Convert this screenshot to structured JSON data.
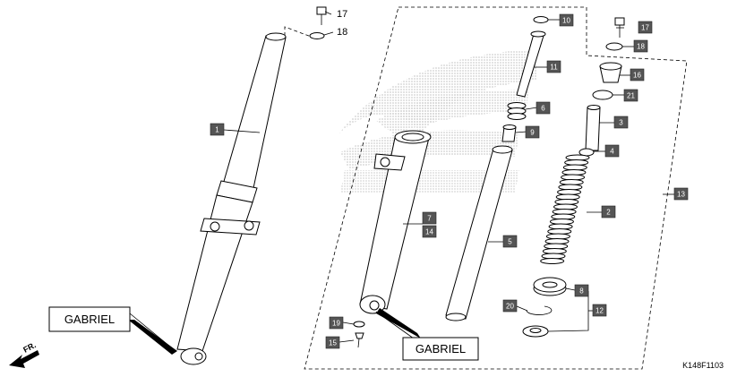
{
  "diagram": {
    "code": "K148F1103",
    "direction_label": "FR.",
    "gabriel_labels": [
      "GABRIEL",
      "GABRIEL"
    ],
    "callouts": [
      {
        "id": "c1",
        "text": "1"
      },
      {
        "id": "c10",
        "text": "10"
      },
      {
        "id": "c11",
        "text": "11"
      },
      {
        "id": "c6",
        "text": "6"
      },
      {
        "id": "c9",
        "text": "9"
      },
      {
        "id": "c7",
        "text": "7"
      },
      {
        "id": "c14",
        "text": "14"
      },
      {
        "id": "c5",
        "text": "5"
      },
      {
        "id": "c19",
        "text": "19"
      },
      {
        "id": "c15",
        "text": "15"
      },
      {
        "id": "c17b",
        "text": "17"
      },
      {
        "id": "c18b",
        "text": "18"
      },
      {
        "id": "c16",
        "text": "16"
      },
      {
        "id": "c21",
        "text": "21"
      },
      {
        "id": "c3",
        "text": "3"
      },
      {
        "id": "c4",
        "text": "4"
      },
      {
        "id": "c2",
        "text": "2"
      },
      {
        "id": "c13",
        "text": "13"
      },
      {
        "id": "c8",
        "text": "8"
      },
      {
        "id": "c20",
        "text": "20"
      },
      {
        "id": "c12",
        "text": "12"
      }
    ],
    "plain_labels": [
      {
        "id": "p17",
        "text": "17"
      },
      {
        "id": "p18",
        "text": "18"
      }
    ]
  }
}
